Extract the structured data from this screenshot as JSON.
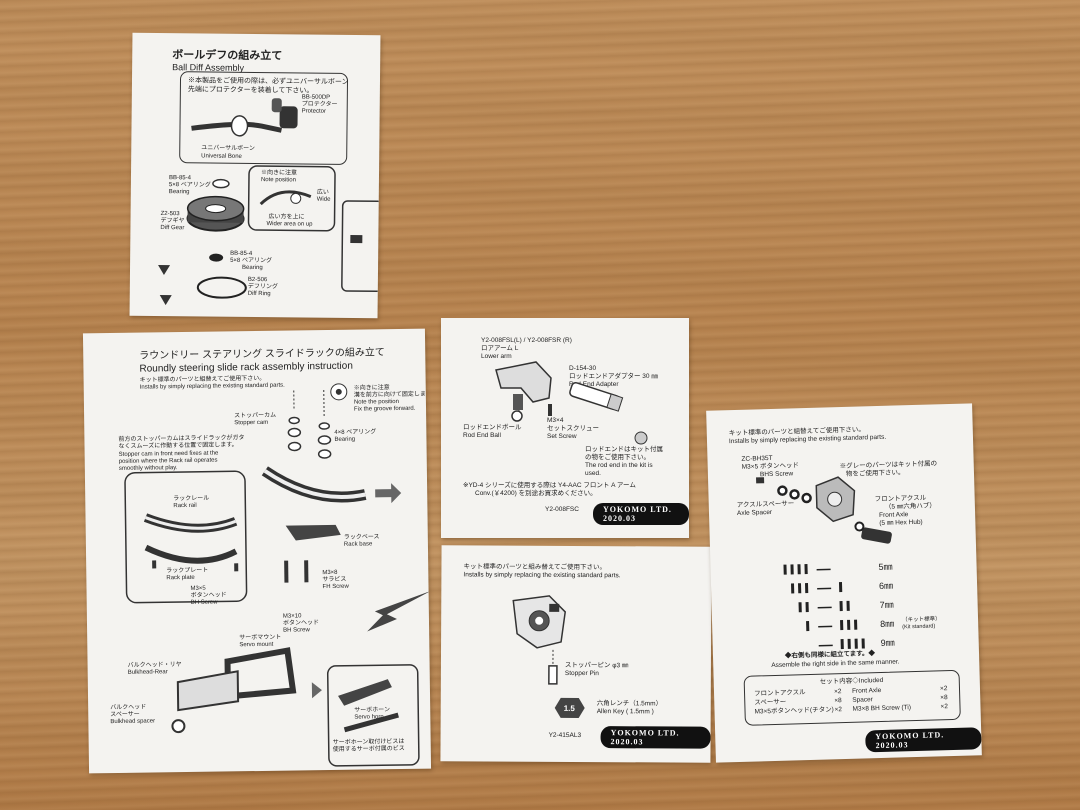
{
  "sheet1": {
    "title_jp": "ボールデフの組み立て",
    "title_en": "Ball Diff Assembly",
    "note_jp_1": "※本製品をご使用の際は、必ずユニバーサルボーン",
    "note_jp_2": "先端にプロテクターを装着して下さい。",
    "protector_code": "BB-500DP",
    "protector_jp": "プロテクター",
    "protector_en": "Protector",
    "bone_jp": "ユニバーサルボーン",
    "bone_en": "Universal Bone",
    "bearing_code": "BB-85-4",
    "bearing_jp": "5×8 ベアリング",
    "bearing_en": "Bearing",
    "note_pos_jp": "※向きに注意",
    "note_pos_en": "Note position",
    "wide_jp": "広い",
    "wide_en": "Wide",
    "wider_jp": "広い方を上に",
    "wider_en": "Wider area on up",
    "diffgear_code": "Z2-503",
    "diffgear_jp": "デフギヤ",
    "diffgear_en": "Diff Gear",
    "bearing2_code": "BB-85-4",
    "bearing2_jp": "5×8 ベアリング",
    "bearing2_en": "Bearing",
    "diffring_code": "B2-506",
    "diffring_jp": "デフリング",
    "diffring_en": "Diff Ring"
  },
  "sheet2": {
    "title_jp": "ラウンドリー ステアリング スライドラックの組み立て",
    "title_en": "Roundly steering slide rack assembly instruction",
    "sub_jp": "キット標準のパーツと組替えてご使用下さい。",
    "sub_en": "Installs by simply replacing the existing standard parts.",
    "stopper_jp": "ストッパーカム",
    "stopper_en": "Stopper cam",
    "note_jp": "※向きに注意",
    "note_jp2": "溝を前方に向けて固定します。",
    "note_en": "Note the position",
    "note_en2": "Fix the groove forward.",
    "bearing_jp": "4×8 ベアリング",
    "bearing_en": "Bearing",
    "desc_jp_1": "前方のストッパーカムはスライドラックがガタ",
    "desc_jp_2": "なくスムーズに作動する位置で固定します。",
    "desc_en_1": "Stopper cam in front need fixes at the",
    "desc_en_2": "position where the Rack rail operates",
    "desc_en_3": "smoothly without play.",
    "rackrail_jp": "ラックレール",
    "rackrail_en": "Rack rail",
    "rackplate_jp": "ラックプレート",
    "rackplate_en": "Rack plate",
    "rackbase_jp": "ラックベース",
    "rackbase_en": "Rack base",
    "m3x5_jp": "M3×5",
    "m3x5_jp2": "ボタンヘッド",
    "m3x5_en": "BH Screw",
    "m3x8_jp": "M3×8",
    "m3x8_jp2": "サラビス",
    "m3x8_en": "FH Screw",
    "m3x10_jp": "M3×10",
    "m3x10_jp2": "ボタンヘッド",
    "m3x10_en": "BH Screw",
    "servomount_jp": "サーボマウント",
    "servomount_en": "Servo mount",
    "bulkhead_jp": "バルクヘッド・リヤ",
    "bulkhead_en": "Bulkhead-Rear",
    "spacer_jp": "バルクヘッド",
    "spacer_jp2": "スペーサー",
    "spacer_en": "Bulkhead spacer",
    "servohorn_jp": "サーボホーン",
    "servohorn_en": "Servo horn",
    "servohorn_note_1": "サーボホーン取付けビスは",
    "servohorn_note_2": "使用するサーボ付属のビス"
  },
  "sheet3": {
    "code_top": "Y2-008FSL(L) / Y2-008FSR (R)",
    "arm_jp": "ロアアーム L",
    "arm_en": "Lower arm",
    "adapter_code": "D-154-30",
    "adapter_jp": "ロッドエンドアダプター 30 ㎜",
    "adapter_en": "Rod End Adapter",
    "screw_jp_1": "M3×4",
    "screw_jp_2": "セットスクリュー",
    "screw_en": "Set Screw",
    "ball_jp": "ロッドエンドボール",
    "ball_en": "Rod End Ball",
    "rodend_jp_1": "ロッドエンドはキット付属",
    "rodend_jp_2": "の物をご使用下さい。",
    "rodend_en_1": "The rod end in the kit is",
    "rodend_en_2": "used.",
    "yd4_jp": "※YD-4 シリーズに使用する際は Y4-AAC フロント A アーム",
    "yd4_jp2": "Conv.(￥4200) を別途お買求めください。",
    "code_bottom": "Y2-008FSC",
    "badge": "YOKOMO LTD. 2020.03"
  },
  "sheet4": {
    "sub_jp": "キット標準のパーツと組み替えてご使用下さい。",
    "sub_en": "Installs by simply replacing the existing standard parts.",
    "pin_jp": "ストッパーピン φ3 ㎜",
    "pin_en": "Stopper Pin",
    "key_size": "1.5",
    "key_jp": "六角レンチ（1.5mm）",
    "key_en": "Allen Key ( 1.5mm )",
    "code": "Y2-415AL3",
    "badge": "YOKOMO LTD. 2020.03"
  },
  "sheet5": {
    "sub_jp": "キット標準のパーツと組替えてご使用下さい。",
    "sub_en": "Installs by simply replacing the existing standard parts.",
    "screw_code": "ZC-BH35T",
    "screw_jp": "M3×5 ボタンヘッド",
    "screw_en": "BHS Screw",
    "gray_note_1": "※グレーのパーツはキット付属の",
    "gray_note_2": "物をご使用下さい。",
    "spacer_jp": "アクスルスペーサー",
    "spacer_en": "Axle Spacer",
    "axle_jp": "フロントアクスル",
    "axle_jp2": "（5 ㎜六角ハブ）",
    "axle_en": "Front Axle",
    "axle_en2": "(5 ㎜ Hex Hub)",
    "sizes": [
      "5㎜",
      "6㎜",
      "7㎜",
      "8㎜",
      "9㎜"
    ],
    "kit_std_jp": "（キット標準）",
    "kit_std_en": "(Kit standard)",
    "right_jp": "◆右側も同様に組立てます。◆",
    "right_en": "Assemble the right side in the same manner.",
    "included_title": "セット内容◇Included",
    "included": [
      {
        "jp": "フロントアクスル",
        "jq": "×2",
        "en": "Front Axle",
        "eq": "×2"
      },
      {
        "jp": "スペーサー",
        "jq": "×8",
        "en": "Spacer",
        "eq": "×8"
      },
      {
        "jp": "M3×5ボタンヘッド(チタン)",
        "jq": "×2",
        "en": "M3×8 BH Screw (Ti)",
        "eq": "×2"
      }
    ],
    "badge": "YOKOMO LTD. 2020.03"
  }
}
